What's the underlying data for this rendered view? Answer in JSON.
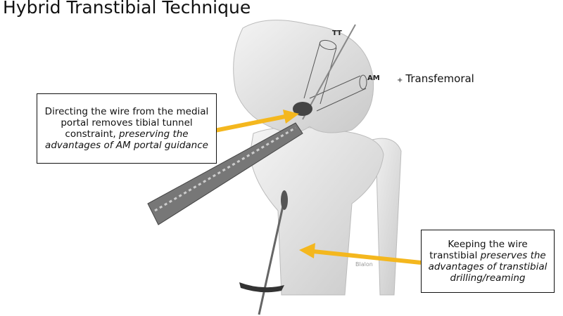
{
  "title": "Hybrid Transtibial Technique",
  "labels": {
    "tt": "TT",
    "am": "AM",
    "plus": "+",
    "transfemoral": "Transfemoral"
  },
  "left_callout": {
    "text_normal": "Directing the wire from the medial portal removes tibial tunnel constraint,",
    "text_italic": "preserving the advantages of AM portal guidance"
  },
  "right_callout": {
    "text_normal": "Keeping the wire transtibial",
    "text_italic": "preserves the advantages of transtibial drilling/reaming"
  },
  "watermark": "Blalon",
  "colors": {
    "arrow": "#f4b71e",
    "bone": "#e4e4e4"
  }
}
